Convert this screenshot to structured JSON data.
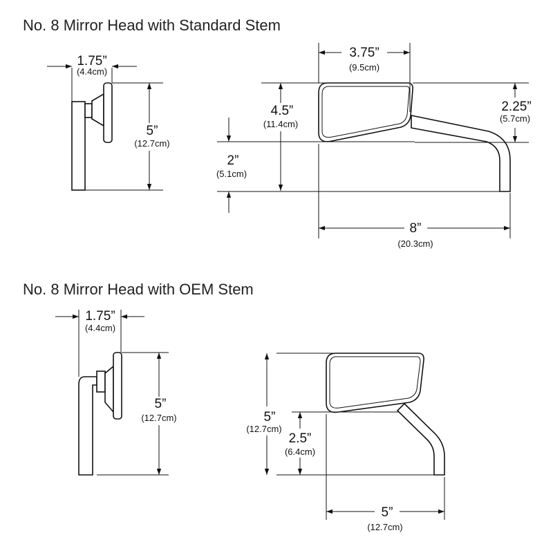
{
  "diagram": {
    "stroke_color": "#111111",
    "background": "#ffffff",
    "sections": [
      {
        "title": "No. 8 Mirror Head with Standard Stem",
        "side_width": {
          "imperial": "1.75”",
          "metric": "(4.4cm)"
        },
        "side_height": {
          "imperial": "5”",
          "metric": "(12.7cm)"
        },
        "head_width": {
          "imperial": "3.75”",
          "metric": "(9.5cm)"
        },
        "head_offset": {
          "imperial": "2.25”",
          "metric": "(5.7cm)"
        },
        "head_height": {
          "imperial": "4.5”",
          "metric": "(11.4cm)"
        },
        "stem_height": {
          "imperial": "2”",
          "metric": "(5.1cm)"
        },
        "total_width": {
          "imperial": "8”",
          "metric": "(20.3cm)"
        }
      },
      {
        "title": "No. 8 Mirror Head with OEM Stem",
        "side_width": {
          "imperial": "1.75”",
          "metric": "(4.4cm)"
        },
        "side_height": {
          "imperial": "5”",
          "metric": "(12.7cm)"
        },
        "total_height": {
          "imperial": "5”",
          "metric": "(12.7cm)"
        },
        "stem_height": {
          "imperial": "2.5”",
          "metric": "(6.4cm)"
        },
        "total_width": {
          "imperial": "5”",
          "metric": "(12.7cm)"
        }
      }
    ]
  }
}
